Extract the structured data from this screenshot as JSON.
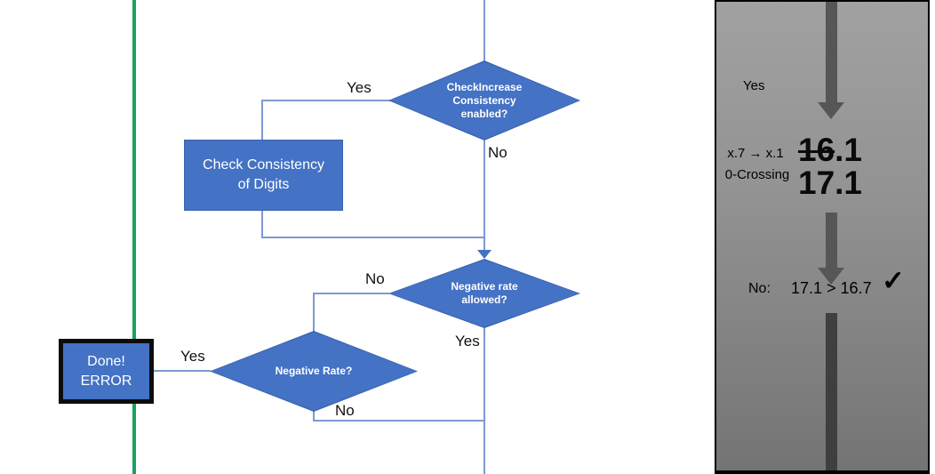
{
  "flowchart": {
    "nodes": {
      "check_increase": {
        "lines": [
          "CheckIncrease",
          "Consistency",
          "enabled?"
        ]
      },
      "check_consistency": {
        "lines": [
          "Check Consistency",
          "of Digits"
        ]
      },
      "negative_rate_allowed": {
        "lines": [
          "Negative rate",
          "allowed?"
        ]
      },
      "negative_rate": {
        "lines": [
          "Negative Rate?"
        ]
      },
      "done_error": {
        "lines": [
          "Done!",
          "ERROR"
        ]
      }
    },
    "edge_labels": {
      "check_increase_yes": "Yes",
      "check_increase_no": "No",
      "negative_rate_allowed_no": "No",
      "negative_rate_allowed_yes": "Yes",
      "negative_rate_yes": "Yes",
      "negative_rate_no": "No"
    }
  },
  "side_panel": {
    "yes_label": "Yes",
    "rule_line1": "x.7 → x.1",
    "rule_line2": "0-Crossing",
    "old_value_struck": "16",
    "old_value_rest": ".1",
    "new_value": "17.1",
    "no_label": "No:",
    "comparison": "17.1 > 16.7",
    "checkmark": "✓"
  },
  "colors": {
    "node_fill": "#4472C4",
    "node_edge": "#3B63AE",
    "connector": "#7C9AD0",
    "arrowhead": "#4472C4",
    "green_line": "#17A45C",
    "arrow": "#565656",
    "arrow_dark": "#3F3F3F",
    "panel_bg_top": "#A1A1A1",
    "panel_bg_bottom": "#747474"
  }
}
